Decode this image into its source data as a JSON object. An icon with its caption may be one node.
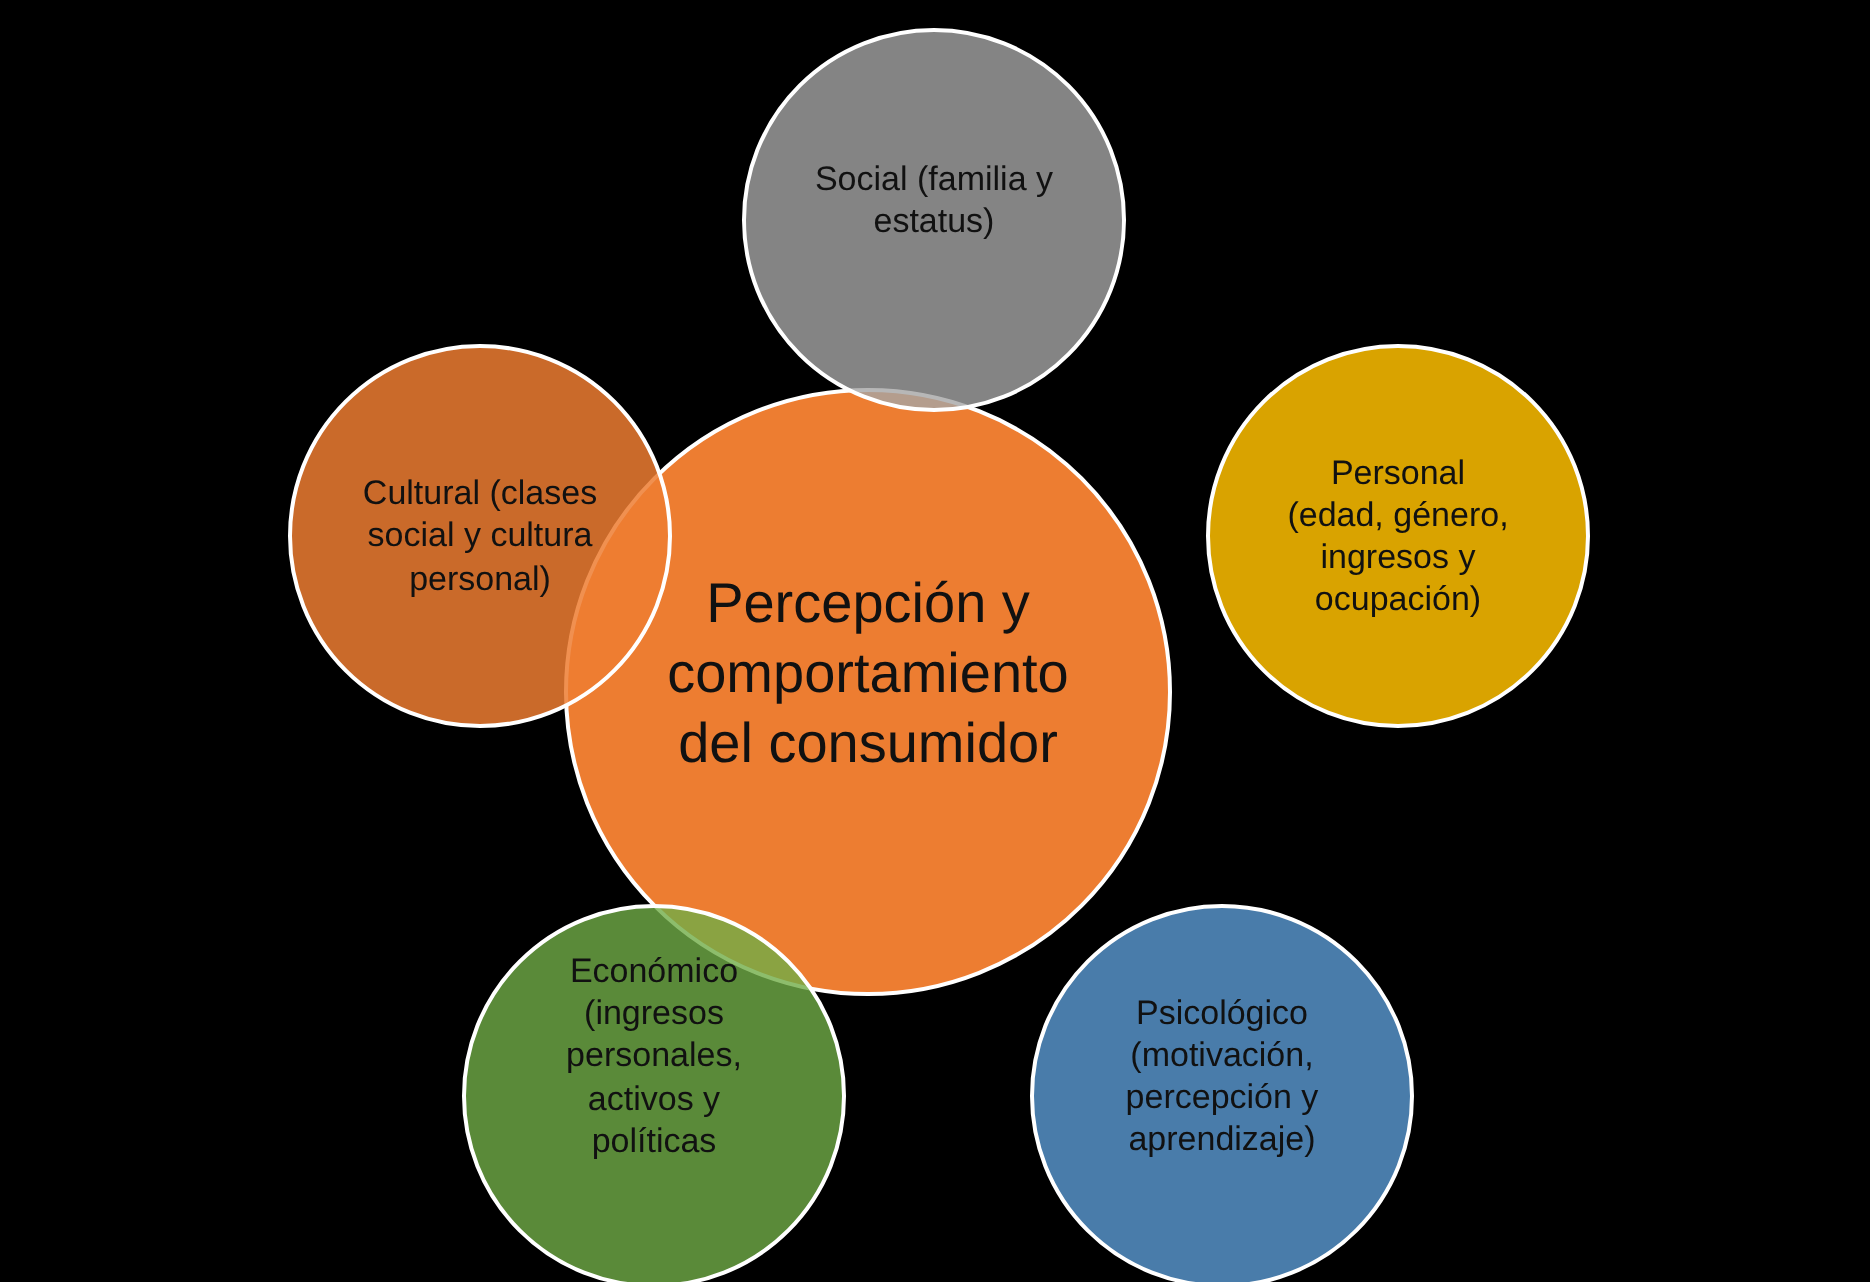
{
  "diagram": {
    "nodes": [
      {
        "text": [
          "Percepción y comportamiento del consumidor"
        ]
      },
      {
        "text": [
          "Social (familia y estatus)"
        ]
      },
      {
        "text": [
          "Cultural (clases social y cultura personal)"
        ]
      },
      {
        "text": [
          "Personal (edad, género, ingresos y ocupación)"
        ]
      },
      {
        "text": [
          "Económico (ingresos personales, activos y políticas"
        ]
      },
      {
        "text": [
          "Psicológico (motivación, percepción y aprendizaje)"
        ]
      }
    ]
  }
}
